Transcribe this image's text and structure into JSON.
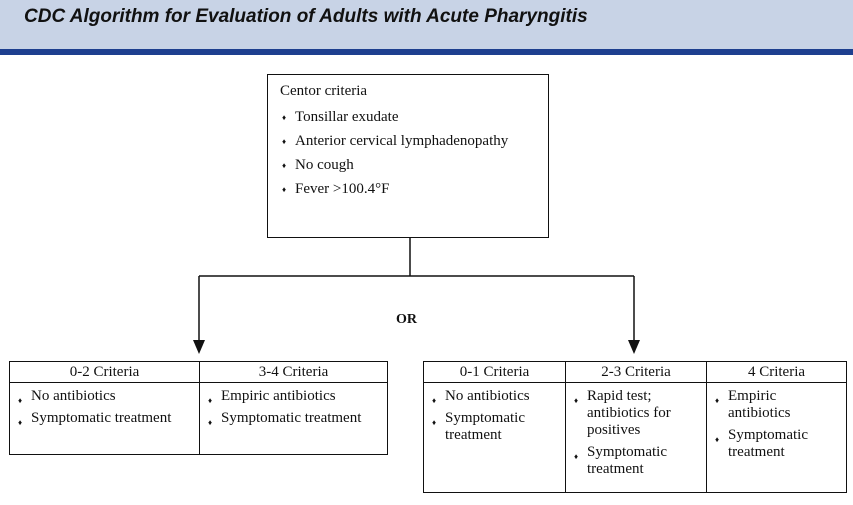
{
  "header": {
    "title": "CDC Algorithm for Evaluation of Adults with Acute Pharyngitis"
  },
  "centor": {
    "title": "Centor criteria",
    "items": [
      "Tonsillar exudate",
      "Anterior cervical lymphadenopathy",
      "No cough",
      "Fever >100.4°F"
    ]
  },
  "or_label": "OR",
  "left_group": [
    {
      "header": "0-2 Criteria",
      "items": [
        "No antibiotics",
        "Symptomatic treatment"
      ]
    },
    {
      "header": "3-4 Criteria",
      "items": [
        "Empiric antibiotics",
        "Symptomatic treatment"
      ]
    }
  ],
  "right_group": [
    {
      "header": "0-1 Criteria",
      "items": [
        "No antibiotics",
        "Symptomatic treatment"
      ]
    },
    {
      "header": "2-3 Criteria",
      "items": [
        "Rapid test; antibiotics for positives",
        "Symptomatic treatment"
      ]
    },
    {
      "header": "4 Criteria",
      "items": [
        "Empiric antibiotics",
        "Symptomatic treatment"
      ]
    }
  ]
}
